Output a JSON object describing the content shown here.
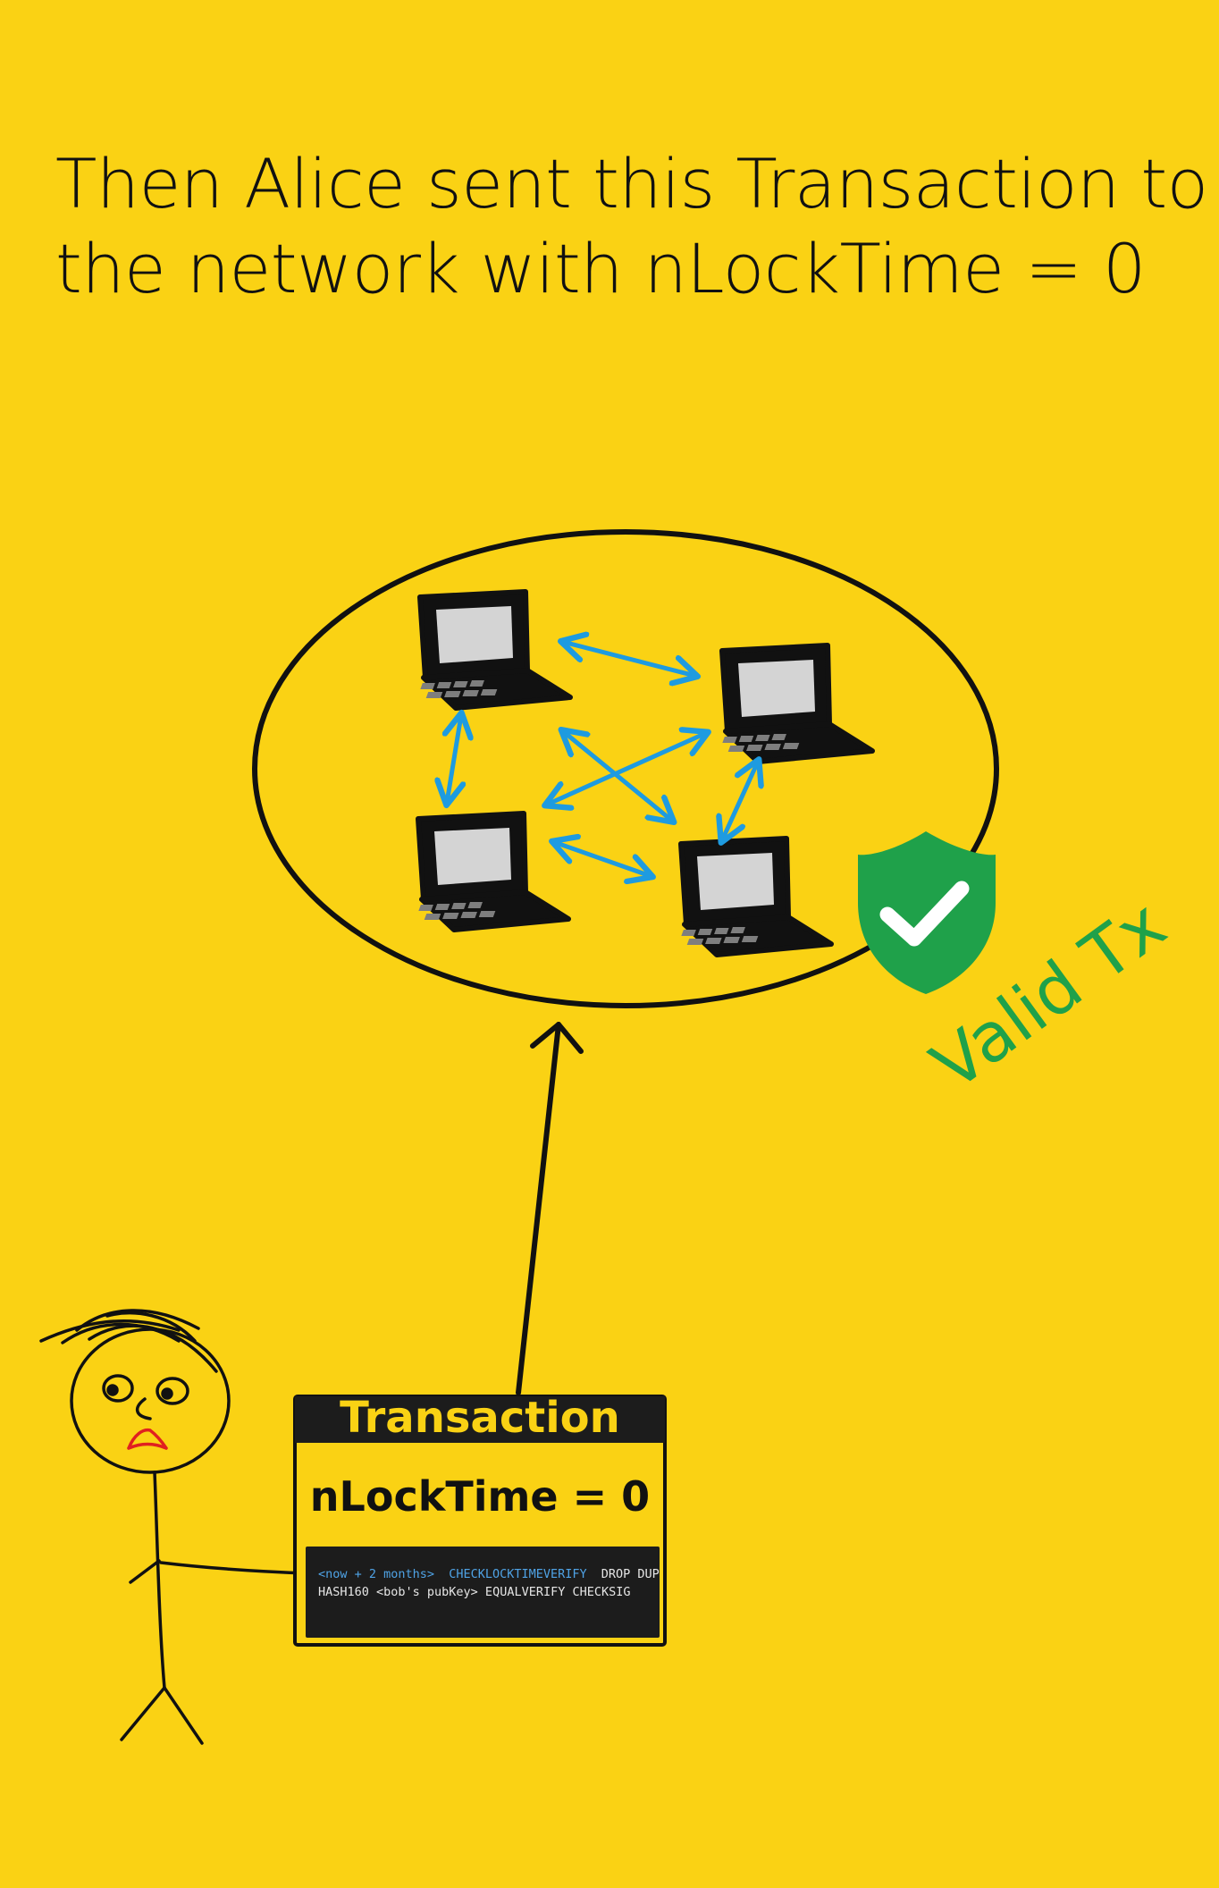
{
  "heading": {
    "line1": "Then Alice sent this Transaction to",
    "line2": "the network with nLockTime = 0"
  },
  "transaction_card": {
    "title": "Transaction",
    "locktime": "nLockTime = 0",
    "script_line1_part1": "<now + 2 months>",
    "script_line1_part2": "CHECKLOCKTIMEVERIFY",
    "script_line1_part3": "DROP DUP",
    "script_line2": "HASH160 <bob's pubKey> EQUALVERIFY CHECKSIG"
  },
  "network": {
    "nodes": [
      "laptop-icon",
      "laptop-icon",
      "laptop-icon",
      "laptop-icon"
    ]
  },
  "validity": {
    "label": "Valid Tx",
    "icon": "shield-check-icon"
  },
  "colors": {
    "background": "#FAD214",
    "arrow": "#1E9BE0",
    "valid": "#1FA14A",
    "code_keyword": "#4FA3E6",
    "code_text": "#E6E6E6"
  }
}
